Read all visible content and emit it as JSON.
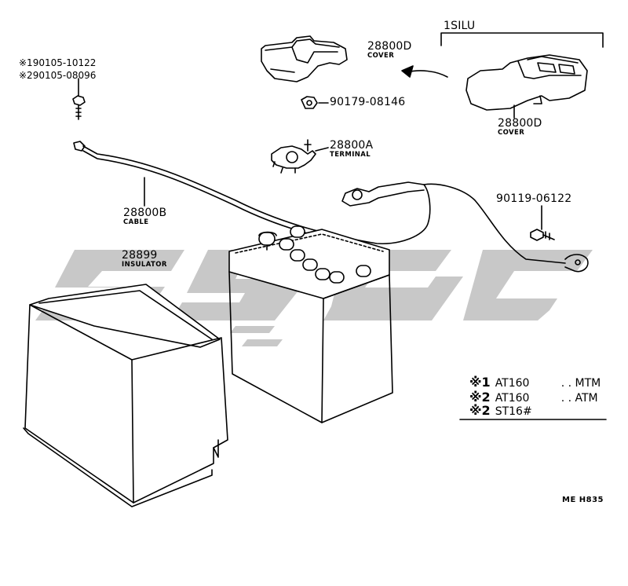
{
  "group_header": "1SILU",
  "parts": {
    "cover_left": {
      "number": "28800D",
      "name": "COVER"
    },
    "cover_right": {
      "number": "28800D",
      "name": "COVER"
    },
    "nut": {
      "number": "90179-08146"
    },
    "terminal": {
      "number": "28800A",
      "name": "TERMINAL"
    },
    "cable": {
      "number": "28800B",
      "name": "CABLE"
    },
    "bolt_right": {
      "number": "90119-06122"
    },
    "insulator": {
      "number": "28899",
      "name": "INSULATOR"
    }
  },
  "bolt_variants": [
    {
      "mark": "※1",
      "number": "90105-10122"
    },
    {
      "mark": "※2",
      "number": "90105-08096"
    }
  ],
  "legend": [
    {
      "mark": "※1",
      "code": "AT160",
      "variant": "MTM"
    },
    {
      "mark": "※2",
      "code": "AT160",
      "variant": "ATM"
    },
    {
      "mark": "※2",
      "code": "ST16#",
      "variant": ""
    }
  ],
  "drawing_ref": "ME H835",
  "colors": {
    "ink": "#000000",
    "watermark": "#c8c8c8"
  }
}
